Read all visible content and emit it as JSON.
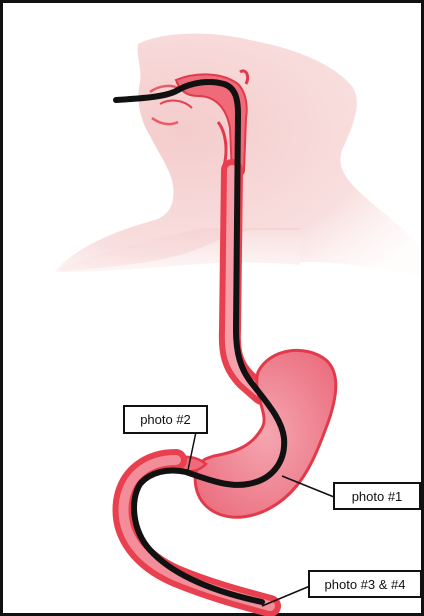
{
  "diagram": {
    "labels": {
      "photo_2": "photo #2",
      "photo_1": "photo #1",
      "photo_3_4": "photo #3 & #4"
    },
    "colors": {
      "frame": "#111111",
      "skin": "#f7d8d8",
      "tissue_red": "#e8404f",
      "tissue_fill": "#f06b7a",
      "scope_black": "#111111"
    }
  }
}
